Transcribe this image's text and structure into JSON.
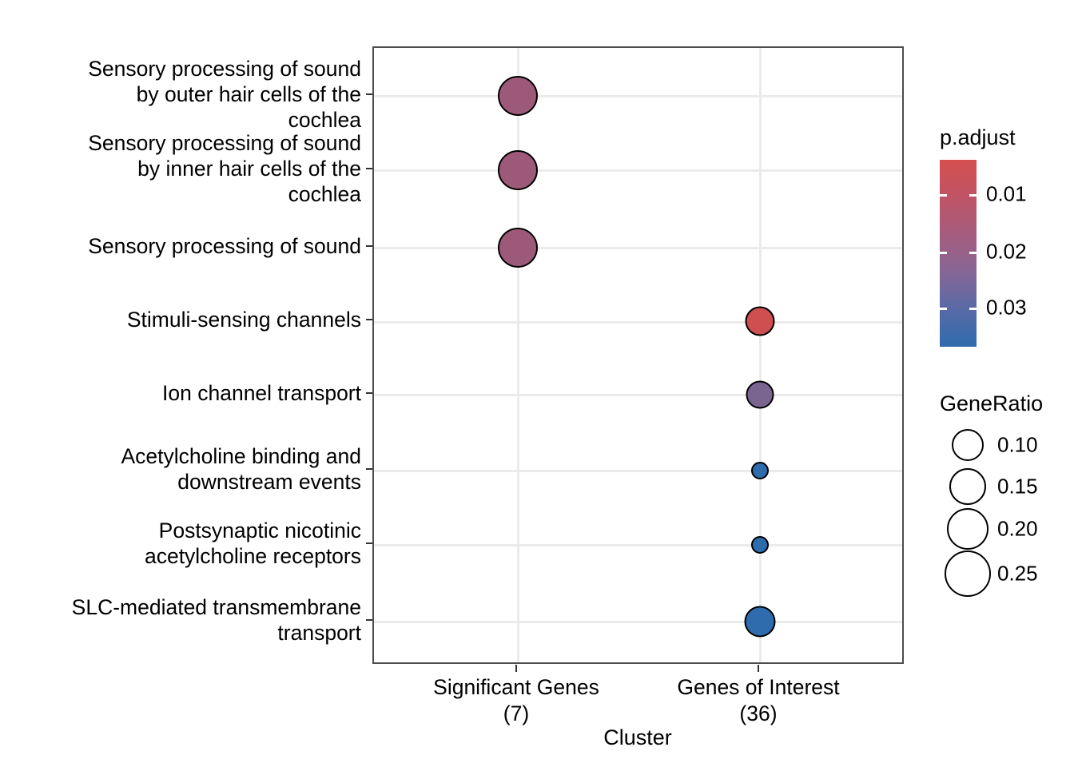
{
  "chart_data": {
    "type": "scatter",
    "title": "",
    "xlabel": "Cluster",
    "ylabel": "",
    "categories_x": [
      {
        "label": "Significant Genes\n(7)",
        "name": "Significant Genes",
        "count": 7
      },
      {
        "label": "Genes of Interest\n(36)",
        "name": "Genes of Interest",
        "count": 36
      }
    ],
    "categories_y": [
      "Sensory processing of sound\nby outer hair cells of the\ncochlea",
      "Sensory processing of sound\nby inner hair cells of the\ncochlea",
      "Sensory processing of sound",
      "Stimuli-sensing channels",
      "Ion channel transport",
      "Acetylcholine binding and\ndownstream events",
      "Postsynaptic nicotinic\nacetylcholine receptors",
      "SLC-mediated transmembrane\ntransport"
    ],
    "points": [
      {
        "cluster": "Significant Genes",
        "pathway": "Sensory processing of sound by outer hair cells of the cochlea",
        "gene_ratio": 0.285,
        "p_adjust": 0.019,
        "color": "#9c5a78"
      },
      {
        "cluster": "Significant Genes",
        "pathway": "Sensory processing of sound by inner hair cells of the cochlea",
        "gene_ratio": 0.285,
        "p_adjust": 0.019,
        "color": "#9c5a78"
      },
      {
        "cluster": "Significant Genes",
        "pathway": "Sensory processing of sound",
        "gene_ratio": 0.285,
        "p_adjust": 0.019,
        "color": "#9c5a78"
      },
      {
        "cluster": "Genes of Interest",
        "pathway": "Stimuli-sensing channels",
        "gene_ratio": 0.165,
        "p_adjust": 0.006,
        "color": "#cf4f51"
      },
      {
        "cluster": "Genes of Interest",
        "pathway": "Ion channel transport",
        "gene_ratio": 0.165,
        "p_adjust": 0.021,
        "color": "#7a6490"
      },
      {
        "cluster": "Genes of Interest",
        "pathway": "Acetylcholine binding and downstream events",
        "gene_ratio": 0.083,
        "p_adjust": 0.034,
        "color": "#2f6cad"
      },
      {
        "cluster": "Genes of Interest",
        "pathway": "Postsynaptic nicotinic acetylcholine receptors",
        "gene_ratio": 0.083,
        "p_adjust": 0.034,
        "color": "#2f6cad"
      },
      {
        "cluster": "Genes of Interest",
        "pathway": "SLC-mediated transmembrane transport",
        "gene_ratio": 0.195,
        "p_adjust": 0.036,
        "color": "#2f6cad"
      }
    ],
    "color_legend": {
      "title": "p.adjust",
      "ticks": [
        "0.01",
        "0.02",
        "0.03"
      ],
      "tick_values": [
        0.01,
        0.02,
        0.03
      ],
      "high_color": "#d4504f",
      "low_color": "#2f6cad",
      "range": [
        0.005,
        0.037
      ]
    },
    "size_legend": {
      "title": "GeneRatio",
      "ticks": [
        "0.10",
        "0.15",
        "0.20",
        "0.25"
      ],
      "tick_values": [
        0.1,
        0.15,
        0.2,
        0.25
      ]
    },
    "grid": true,
    "legend_position": "right"
  }
}
